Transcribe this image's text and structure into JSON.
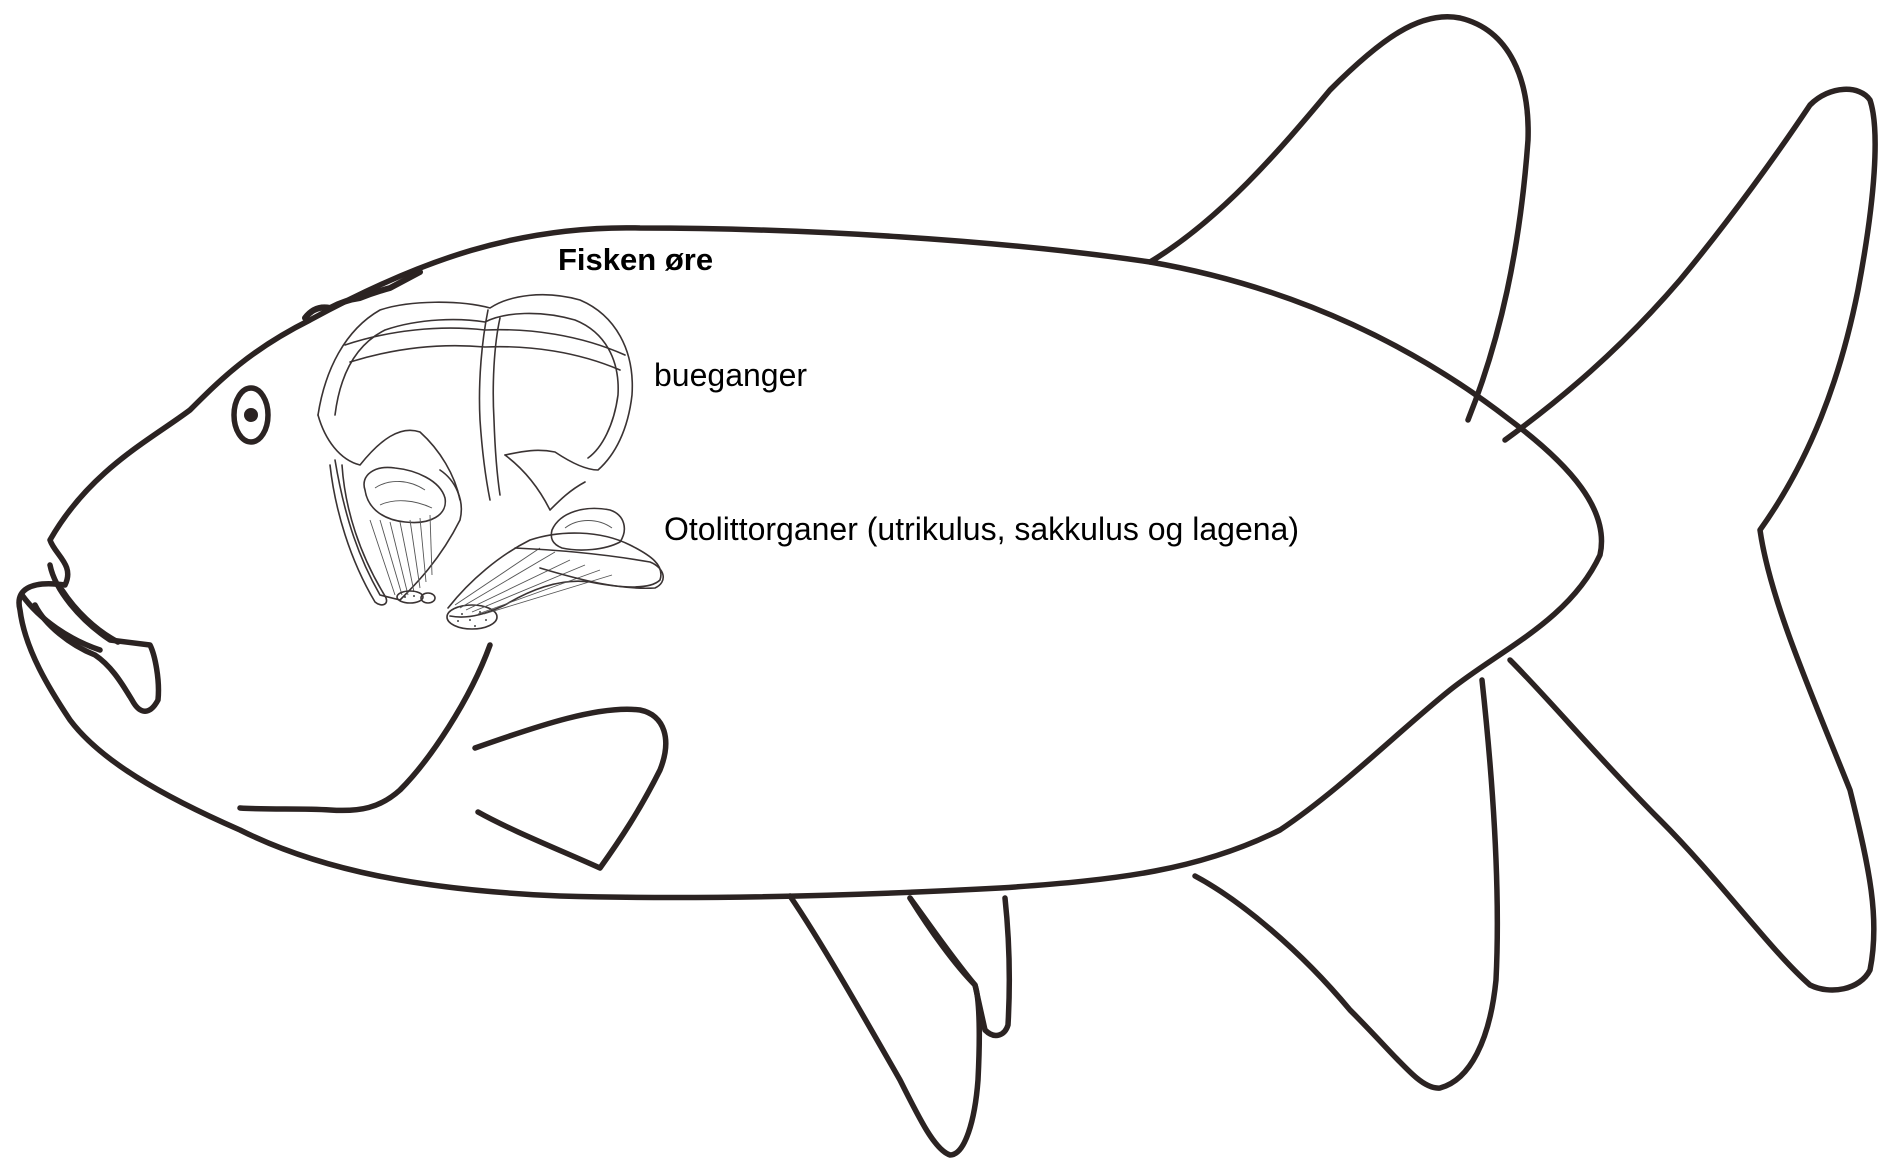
{
  "labels": {
    "title": "Fisken øre",
    "semicircular_canals": "bueganger",
    "otolith_organs": "Otolittorganer (utrikulus, sakkulus og lagena)"
  },
  "colors": {
    "outline": "#2b2322",
    "background": "#ffffff",
    "text": "#000000"
  }
}
